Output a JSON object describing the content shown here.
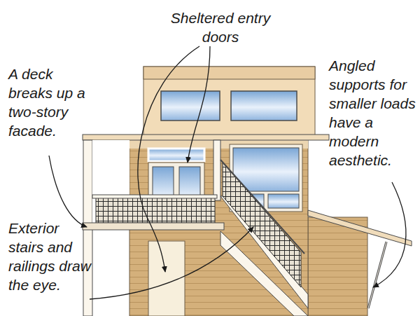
{
  "diagram": {
    "labels": [
      "Sheltered entry doors",
      "A deck breaks up a two-story facade.",
      "Angled supports for smaller loads have a modern aesthetic.",
      "Exterior stairs and railings draw the eye."
    ]
  }
}
